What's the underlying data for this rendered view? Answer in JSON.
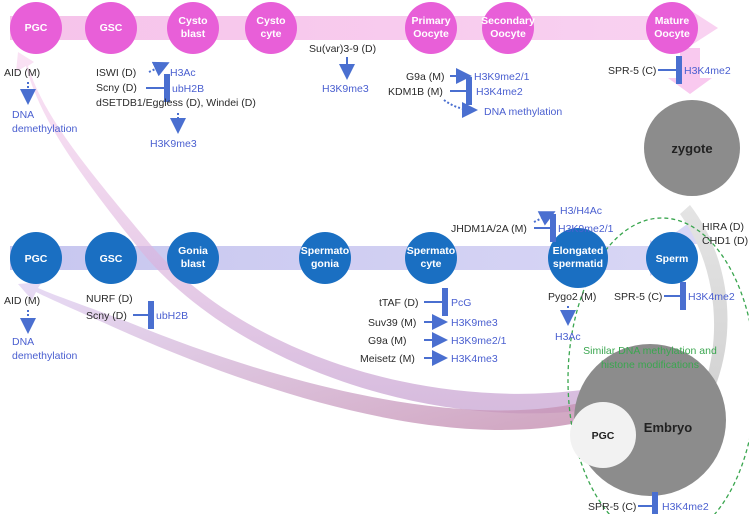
{
  "female_line": {
    "nodes": [
      {
        "id": "pgc",
        "lines": [
          "PGC"
        ]
      },
      {
        "id": "gsc",
        "lines": [
          "GSC"
        ]
      },
      {
        "id": "cystoblast",
        "lines": [
          "Cysto",
          "blast"
        ]
      },
      {
        "id": "cystocyte",
        "lines": [
          "Cysto",
          "cyte"
        ]
      },
      {
        "id": "primary-oocyte",
        "lines": [
          "Primary",
          "Oocyte"
        ]
      },
      {
        "id": "secondary-oocyte",
        "lines": [
          "Secondary",
          "Oocyte"
        ]
      },
      {
        "id": "mature-oocyte",
        "lines": [
          "Mature",
          "Oocyte"
        ]
      }
    ],
    "annotations": {
      "aid": "AID (M)",
      "dna_demeth_1": "DNA",
      "dna_demeth_2": "demethylation",
      "iswi": "ISWI (D)",
      "h3ac": "H3Ac",
      "scny": "Scny (D)",
      "ubh2b": "ubH2B",
      "dsetdb1": "dSETDB1/Eggless (D), Windei (D)",
      "h3k9me3_a": "H3K9me3",
      "suvar": "Su(var)3-9 (D)",
      "h3k9me3_b": "H3K9me3",
      "g9a": "G9a (M)",
      "h3k9me21": "H3K9me2/1",
      "kdm1b": "KDM1B (M)",
      "h3k4me2": "H3K4me2",
      "dna_methylation": "DNA methylation",
      "spr5": "SPR-5 (C)",
      "h3k4me2_b": "H3K4me2"
    }
  },
  "male_line": {
    "nodes": [
      {
        "id": "pgc",
        "lines": [
          "PGC"
        ]
      },
      {
        "id": "gsc",
        "lines": [
          "GSC"
        ]
      },
      {
        "id": "goniablast",
        "lines": [
          "Gonia",
          "blast"
        ]
      },
      {
        "id": "spermatogonia",
        "lines": [
          "Spermato",
          "gonia"
        ]
      },
      {
        "id": "spermatocyte",
        "lines": [
          "Spermato",
          "cyte"
        ]
      },
      {
        "id": "elongated-spermatid",
        "lines": [
          "Elongated",
          "spermatid"
        ]
      },
      {
        "id": "sperm",
        "lines": [
          "Sperm"
        ]
      }
    ],
    "annotations": {
      "aid": "AID (M)",
      "dna_demeth_1": "DNA",
      "dna_demeth_2": "demethylation",
      "nurf": "NURF (D)",
      "scny": "Scny (D)",
      "ubh2b": "ubH2B",
      "ttaf": "tTAF (D)",
      "pcg": "PcG",
      "suv39": "Suv39 (M)",
      "h3k9me3": "H3K9me3",
      "g9a": "G9a (M)",
      "h3k9me21": "H3K9me2/1",
      "meisetz": "Meisetz (M)",
      "h3k4me3": "H3K4me3",
      "jhdm": "JHDM1A/2A (M)",
      "h3h4ac": "H3/H4Ac",
      "h3k9me21_b": "H3K9me2/1",
      "pygo2": "Pygo2 (M)",
      "h3ac": "H3Ac",
      "spr5": "SPR-5 (C)",
      "h3k4me2": "H3K4me2",
      "hira": "HIRA (D)",
      "chd1": "CHD1 (D)"
    }
  },
  "embryo": {
    "zygote": "zygote",
    "embryo": "Embryo",
    "pgc": "PGC",
    "similar_1": "Similar DNA methylation and",
    "similar_2": "histone modifications",
    "spr5": "SPR-5 (C)",
    "h3k4me2": "H3K4me2"
  },
  "colors": {
    "female_node": "#e85fd8",
    "male_node": "#1a6fc2",
    "female_band": "#f7c6ec",
    "male_band": "#c9c8ef",
    "arrow_blue": "#4a6fd0",
    "mark_text": "#4a5fd0",
    "embryo_gray": "#8c8c8c",
    "green_dashed": "#3aa64f"
  }
}
